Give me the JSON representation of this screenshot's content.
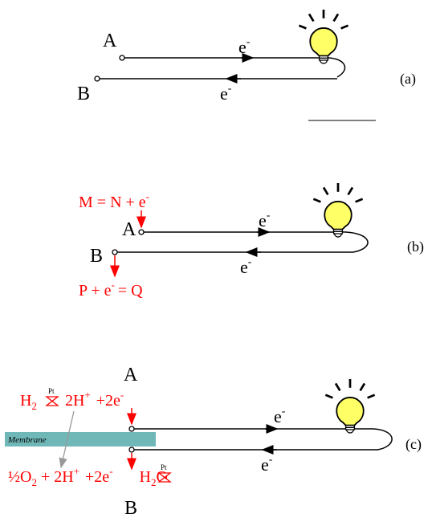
{
  "panels": {
    "a": {
      "tag": "(a)",
      "node_top": "A",
      "node_bottom": "B",
      "electron": "e",
      "electron_charge": "-"
    },
    "b": {
      "tag": "(b)",
      "node_top": "A",
      "node_bottom": "B",
      "electron": "e",
      "electron_charge": "-",
      "reaction_top": {
        "lhs": "M = N + e",
        "charge": "-"
      },
      "reaction_bottom": {
        "lhs": "P + e",
        "charge": "-",
        "rhs": "= Q"
      }
    },
    "c": {
      "tag": "(c)",
      "node_top": "A",
      "node_bottom": "B",
      "electron": "e",
      "electron_charge": "-",
      "membrane_label": "Membrane",
      "reaction_top": {
        "h2": "H",
        "h2_sub": "2",
        "catalyst": "Pt",
        "products": "2H",
        "plus": "+",
        "plus_e": "+2e",
        "charge": "-"
      },
      "reaction_bottom": {
        "half_o2": "½O",
        "o2_sub": "2",
        "plus_h": "+ 2H",
        "plus": "+",
        "plus_e": "+2e",
        "charge": "-",
        "catalyst": "Pt",
        "product": "H",
        "product_sub": "2",
        "product_tail": "O"
      }
    }
  },
  "colors": {
    "wire": "#000000",
    "reaction": "#ff0000",
    "membrane": "#70b8b8",
    "bulb": "#ffff66",
    "transfer_arrow": "#999999"
  },
  "icons": [
    "light-bulb-icon",
    "catalyst-arrow-icon"
  ]
}
